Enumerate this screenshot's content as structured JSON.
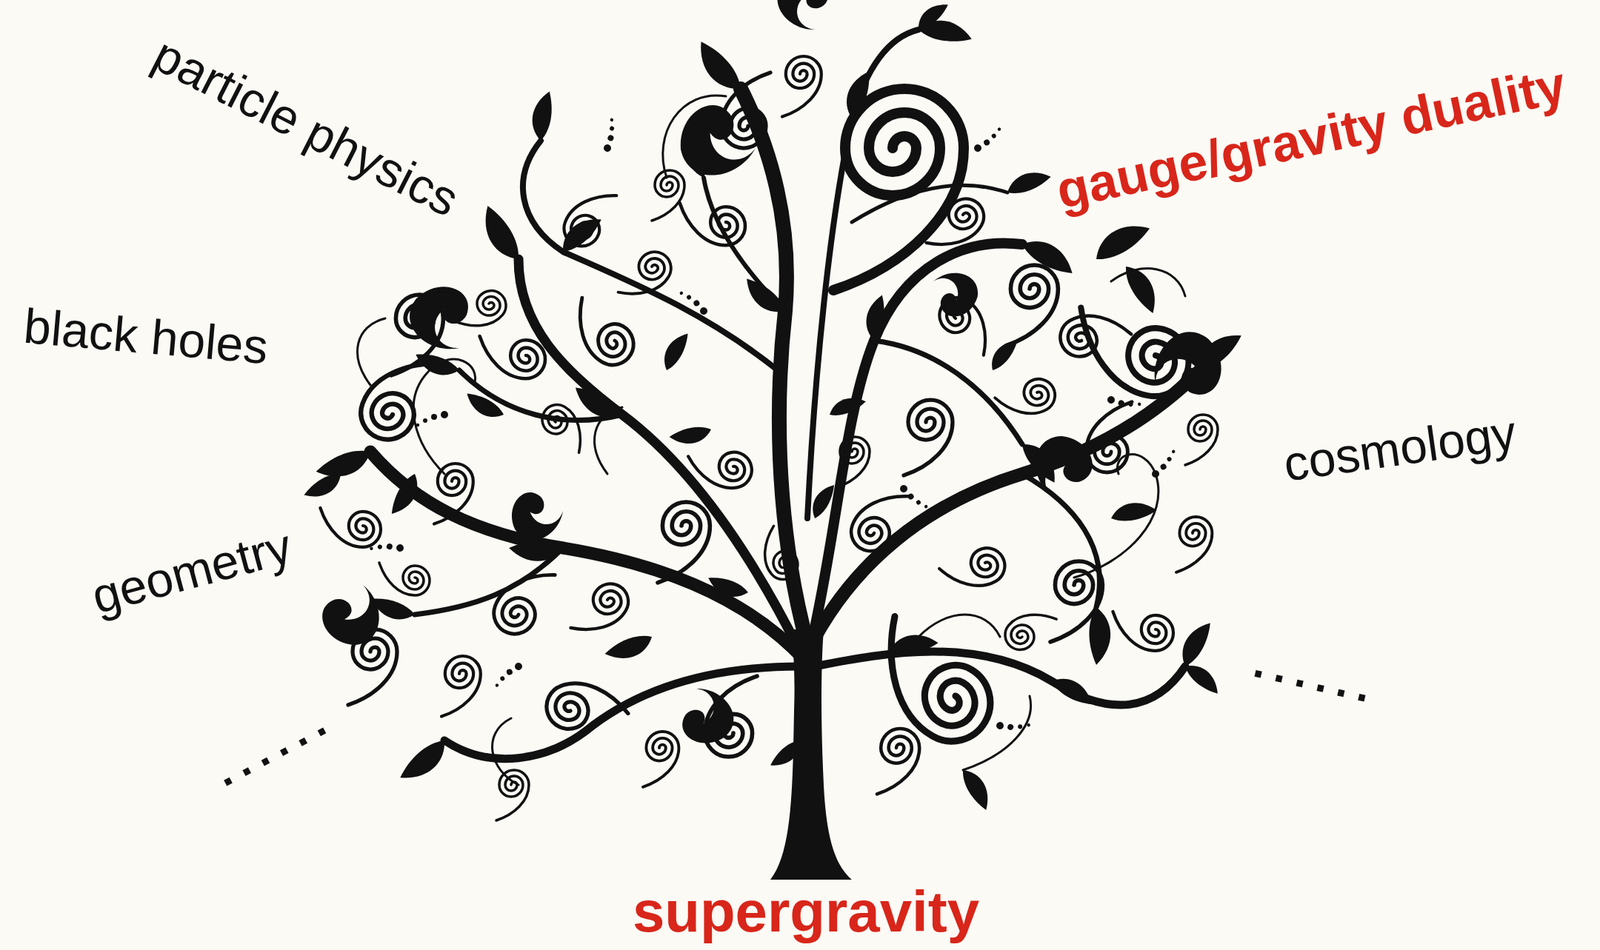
{
  "diagram": {
    "labels": [
      "particle physics",
      "gauge/gravity duality",
      "black holes",
      "cosmology",
      "geometry",
      "......",
      "......",
      "supergravity"
    ]
  }
}
